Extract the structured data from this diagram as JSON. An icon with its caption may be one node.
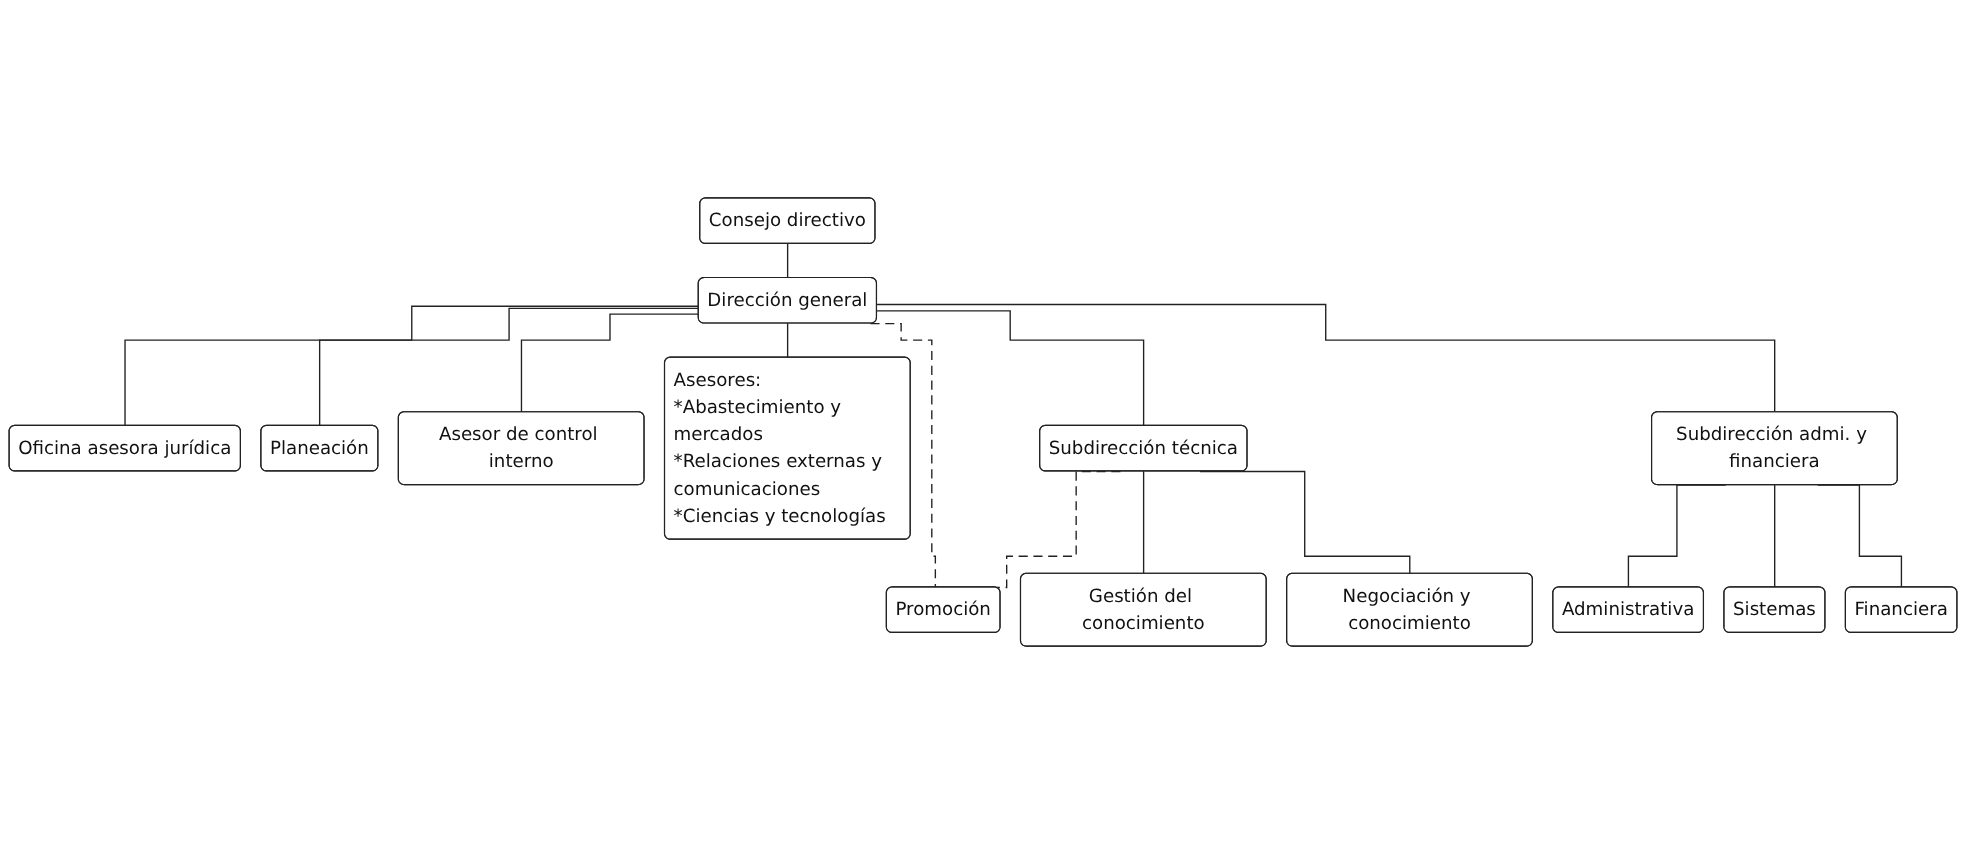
{
  "diagram": {
    "nodes": [
      {
        "text": [
          "Consejo directivo"
        ]
      },
      {
        "text": [
          "Dirección general"
        ]
      },
      {
        "text": [
          "Oficina asesora jurídica"
        ]
      },
      {
        "text": [
          "Planeación"
        ]
      },
      {
        "text": [
          "Asesor de control interno"
        ]
      },
      {
        "text": [
          "Asesores:",
          "*Abastecimiento y mercados",
          "*Relaciones externas y comunicaciones",
          "*Ciencias y tecnologías"
        ]
      },
      {
        "text": [
          "Subdirección técnica"
        ]
      },
      {
        "text": [
          "Subdirección admi. y financiera"
        ]
      },
      {
        "text": [
          "Gestión del conocimiento"
        ]
      },
      {
        "text": [
          "Negociación y conocimiento"
        ]
      },
      {
        "text": [
          "Promoción"
        ]
      },
      {
        "text": [
          "Administrativa"
        ]
      },
      {
        "text": [
          "Sistemas"
        ]
      },
      {
        "text": [
          "Financiera"
        ]
      }
    ],
    "edges": [
      {
        "from": 0,
        "to": 1,
        "arrow": "none"
      },
      {
        "from": 1,
        "to": 2,
        "arrow": "none"
      },
      {
        "from": 1,
        "to": 3,
        "arrow": "none"
      },
      {
        "from": 1,
        "to": 4,
        "arrow": "none"
      },
      {
        "from": 1,
        "to": 5,
        "arrow": "none"
      },
      {
        "from": 1,
        "to": 6,
        "arrow": "none"
      },
      {
        "from": 1,
        "to": 10,
        "arrow": "none",
        "style": "dashed"
      },
      {
        "from": 6,
        "to": 10,
        "arrow": "none",
        "style": "dashed"
      },
      {
        "from": 1,
        "to": 7,
        "arrow": "none"
      },
      {
        "from": 6,
        "to": 8,
        "arrow": "none"
      },
      {
        "from": 6,
        "to": 9,
        "arrow": "none"
      },
      {
        "from": 7,
        "to": 11,
        "arrow": "none"
      },
      {
        "from": 7,
        "to": 12,
        "arrow": "none"
      },
      {
        "from": 7,
        "to": 13,
        "arrow": "none"
      }
    ]
  }
}
